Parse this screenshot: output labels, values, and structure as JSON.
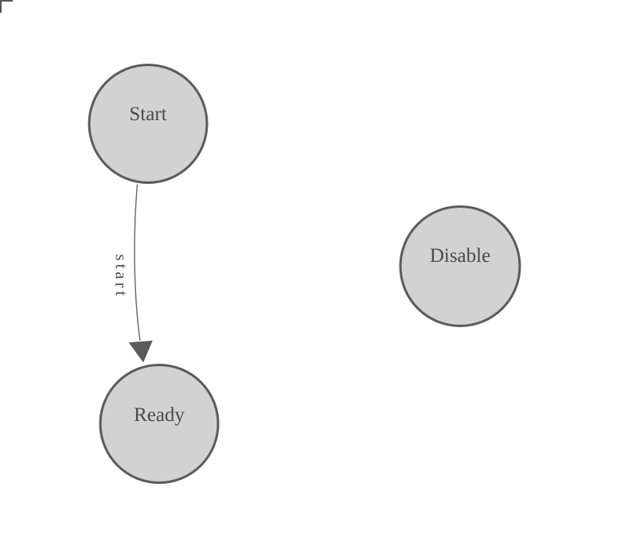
{
  "diagram": {
    "nodes": [
      {
        "id": "start",
        "label": "Start"
      },
      {
        "id": "ready",
        "label": "Ready"
      },
      {
        "id": "disable",
        "label": "Disable"
      }
    ],
    "edges": [
      {
        "from": "start",
        "to": "ready",
        "label": "start"
      }
    ],
    "colors": {
      "background": "#ffffff",
      "node_fill": "#d2d2d2",
      "node_border": "#5b5b5b",
      "node_text": "#4a4a4a",
      "edge_line": "#666666",
      "arrowhead": "#5b5b5b",
      "edge_label_text": "#4c4c55",
      "corner_mark": "#555555"
    }
  }
}
